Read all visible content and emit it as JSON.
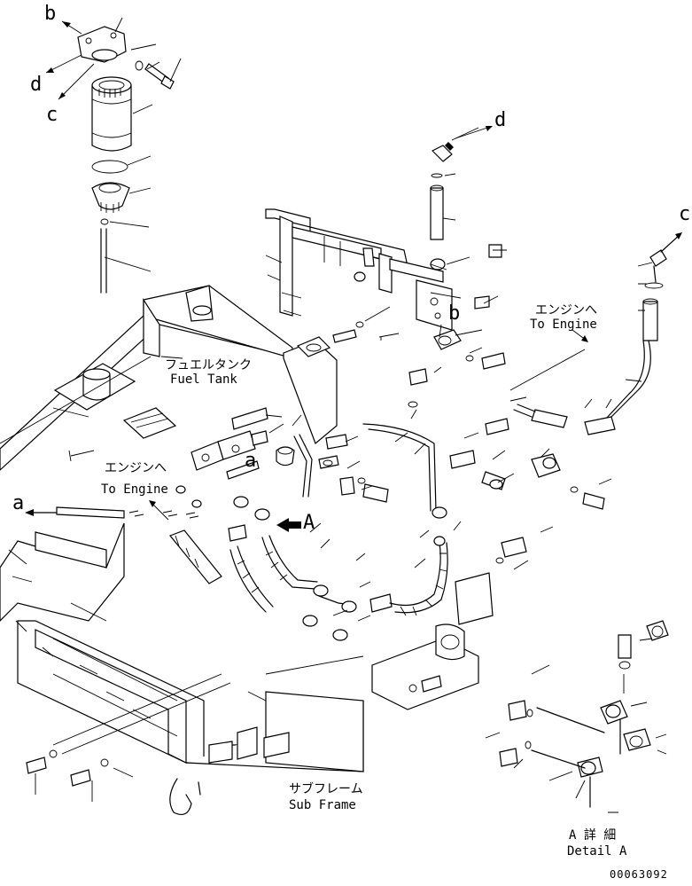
{
  "labels": {
    "fuel_tank_jp": "フュエルタンク",
    "fuel_tank_en": "Fuel Tank",
    "to_engine_jp_1": "エンジンへ",
    "to_engine_en_1": "To Engine",
    "to_engine_jp_2": "エンジンへ",
    "to_engine_en_2": "To Engine",
    "sub_frame_jp": "サブフレーム",
    "sub_frame_en": "Sub Frame",
    "detail_jp": "A 詳 細",
    "detail_en": "Detail A",
    "view_arrow_label": "A",
    "drawing_number": "00063092"
  },
  "connection_marks": {
    "a": "a",
    "a2": "a",
    "b": "b",
    "b2": "b",
    "c": "c",
    "c2": "c",
    "d": "d",
    "d2": "d"
  }
}
